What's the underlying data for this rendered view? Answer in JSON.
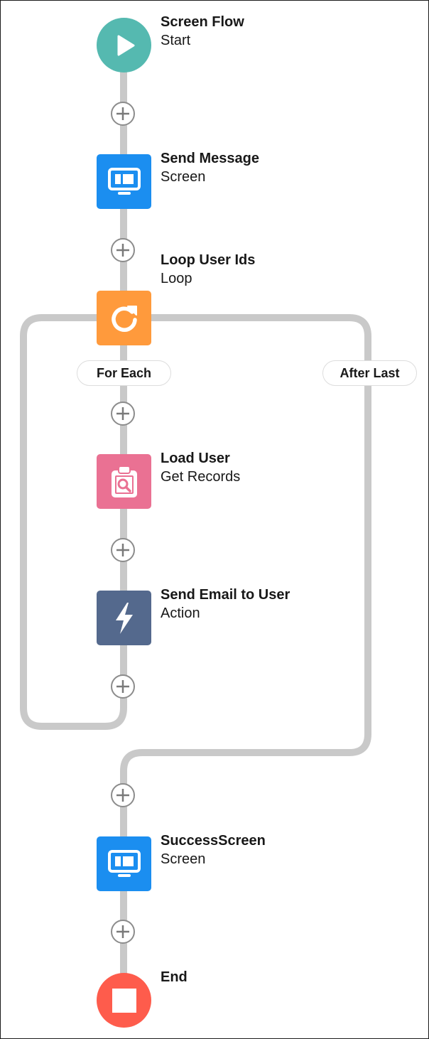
{
  "canvas": {
    "connector_color": "#c9c9c9",
    "add_button_icon": "plus-icon"
  },
  "nodes": [
    {
      "id": "start",
      "title": "Screen Flow",
      "subtitle": "Start",
      "icon": "play-icon",
      "color": "#55b9b0"
    },
    {
      "id": "send-message",
      "title": "Send Message",
      "subtitle": "Screen",
      "icon": "screen-icon",
      "color": "#1b8ef0"
    },
    {
      "id": "loop",
      "title": "Loop User Ids",
      "subtitle": "Loop",
      "icon": "loop-icon",
      "color": "#ff9a3c"
    },
    {
      "id": "load-user",
      "title": "Load User",
      "subtitle": "Get Records",
      "icon": "record-lookup-icon",
      "color": "#ea7193"
    },
    {
      "id": "send-email",
      "title": "Send Email to User",
      "subtitle": "Action",
      "icon": "lightning-icon",
      "color": "#54698d"
    },
    {
      "id": "success-screen",
      "title": "SuccessScreen",
      "subtitle": "Screen",
      "icon": "screen-icon",
      "color": "#1b8ef0"
    },
    {
      "id": "end",
      "title": "End",
      "subtitle": "",
      "icon": "stop-icon",
      "color": "#fe5c4c"
    }
  ],
  "loop_paths": {
    "for_each": "For Each",
    "after_last": "After Last"
  }
}
